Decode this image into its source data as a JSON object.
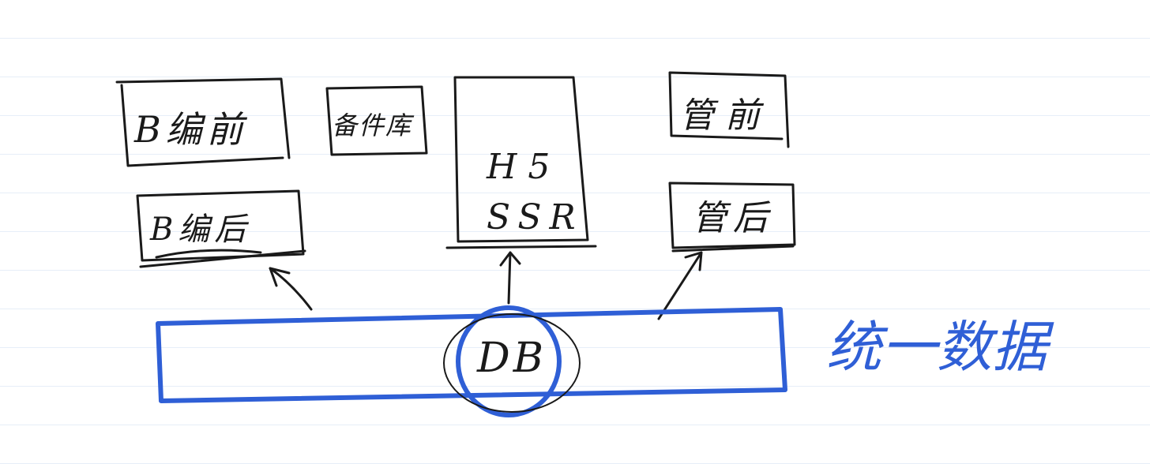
{
  "diagram": {
    "nodes": {
      "b_edit_front": {
        "label": "B编前"
      },
      "inventory": {
        "label": "备件库"
      },
      "b_edit_back": {
        "label": "B编后"
      },
      "h5_ssr": {
        "label_line1": "H5",
        "label_line2": "SSR"
      },
      "mgmt_front": {
        "label": "管前"
      },
      "mgmt_back": {
        "label": "管后"
      },
      "db": {
        "label": "DB"
      }
    },
    "annotation": {
      "text": "统一数据"
    },
    "colors": {
      "ink": "#1a1a1a",
      "highlight": "#2f5fd6"
    },
    "edges": [
      {
        "from": "db",
        "to": "b_edit_back"
      },
      {
        "from": "db",
        "to": "h5_ssr"
      },
      {
        "from": "db",
        "to": "mgmt_back"
      }
    ]
  }
}
